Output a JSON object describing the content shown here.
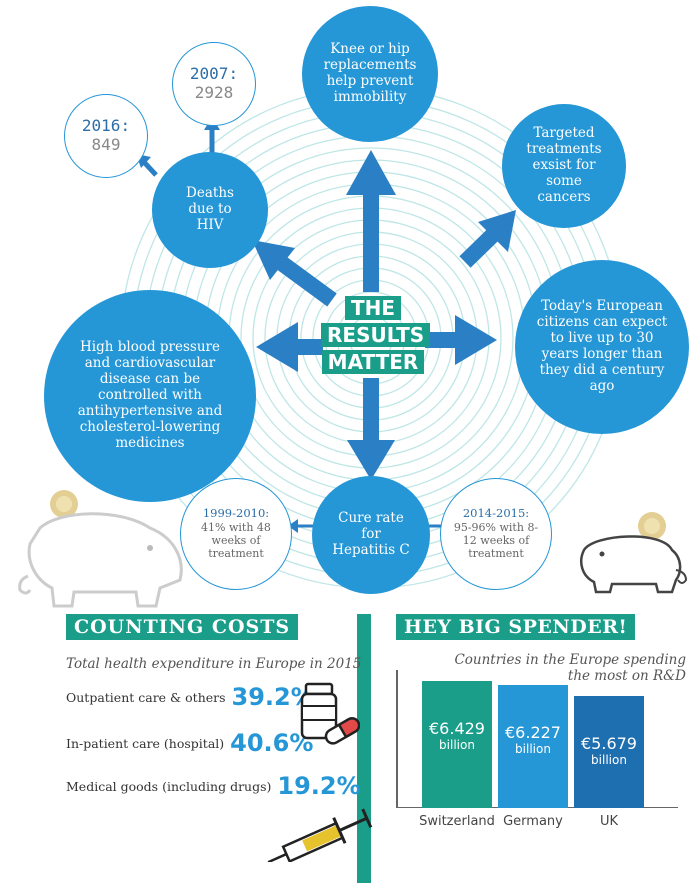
{
  "hub": {
    "line1": "THE",
    "line2": "RESULTS",
    "line3": "MATTER"
  },
  "circles": {
    "knee_hip": "Knee or hip replacements help prevent immobility",
    "targeted": "Targeted treatments exsist for some cancers",
    "european": "Today's European citizens can expect to live up to 30 years longer than they did a century ago",
    "hiv": "Deaths due to HIV",
    "blood": "High blood pressure and cardiovascular disease can be controlled with antihypertensive and cholesterol-lowering medicines",
    "hepc": "Cure rate for Hepatitis C"
  },
  "hiv_stats": {
    "y2007_label": "2007:",
    "y2007_value": "2928",
    "y2016_label": "2016:",
    "y2016_value": "849"
  },
  "hepc_stats": {
    "left_period": "1999-2010:",
    "left_text": "41% with 48 weeks of treatment",
    "right_period": "2014-2015:",
    "right_text": "95-96% with 8-12 weeks of treatment"
  },
  "costs": {
    "heading": "COUNTING COSTS",
    "subtitle": "Total health expenditure in Europe in 2015",
    "items": [
      {
        "label": "Outpatient care & others",
        "value": "39.2%"
      },
      {
        "label": "In-patient care (hospital)",
        "value": "40.6%"
      },
      {
        "label": "Medical goods (including drugs)",
        "value": "19.2%"
      }
    ]
  },
  "spender": {
    "heading": "HEY BIG SPENDER!",
    "subtitle_line1": "Countries in the Europe spending",
    "subtitle_line2": "the most on R&D"
  },
  "chart_data": {
    "type": "bar",
    "title": "Countries in the Europe spending the most on R&D",
    "categories": [
      "Switzerland",
      "Germany",
      "UK"
    ],
    "value_labels": [
      "€6.429",
      "€6.227",
      "€5.679"
    ],
    "unit_label": "billion",
    "values": [
      6.429,
      6.227,
      5.679
    ],
    "colors": [
      "#1a9e8a",
      "#2596d6",
      "#1e6fb0"
    ]
  },
  "colors": {
    "blue": "#2596d6",
    "teal": "#1a9e8a",
    "ring": "#bfe6e6"
  }
}
